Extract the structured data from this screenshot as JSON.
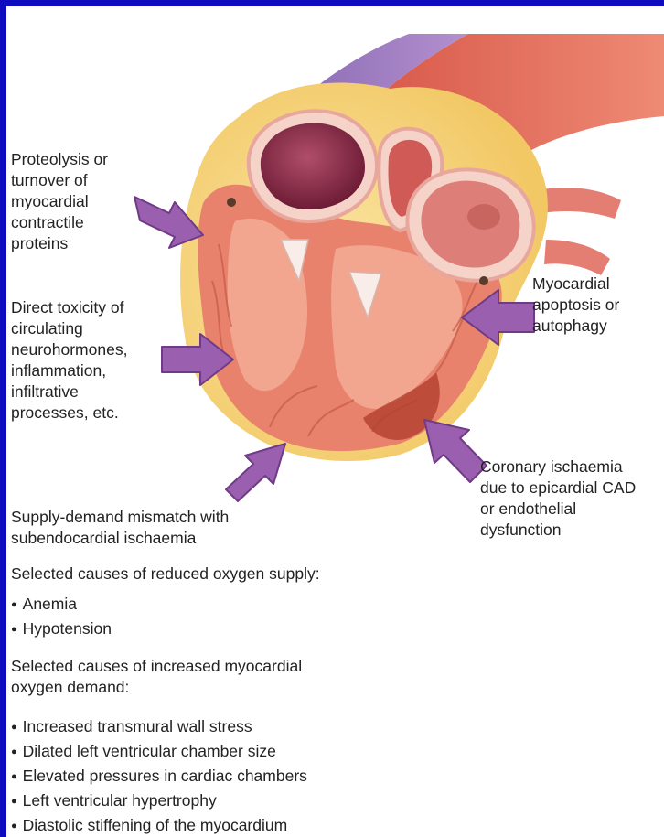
{
  "labels": {
    "proteolysis": "Proteolysis or\nturnover of\nmyocardial\ncontractile\nproteins",
    "toxicity": "Direct toxicity of\ncirculating\nneurohormones,\ninflammation,\ninfiltrative\nprocesses, etc.",
    "apoptosis": "Myocardial\napoptosis or\nautophagy",
    "coronary": "Coronary ischaemia\ndue to epicardial CAD\nor endothelial\ndysfunction",
    "supply_demand": "Supply-demand mismatch with\nsubendocardial ischaemia"
  },
  "supply": {
    "heading": "Selected causes of reduced oxygen supply:",
    "items": [
      "Anemia",
      "Hypotension"
    ]
  },
  "demand": {
    "heading": "Selected causes of increased myocardial\noxygen demand:",
    "items": [
      "Increased transmural wall stress",
      "Dilated left ventricular chamber size",
      "Elevated pressures in cardiac chambers",
      "Left ventricular hypertrophy",
      "Diastolic stiffening of the myocardium"
    ]
  },
  "colors": {
    "border": "#0d0dbf",
    "arrow": "#9b5fb0",
    "arrow_stroke": "#6f3a86",
    "muscle": "#e8826c",
    "pericardium": "#f6d27a"
  }
}
